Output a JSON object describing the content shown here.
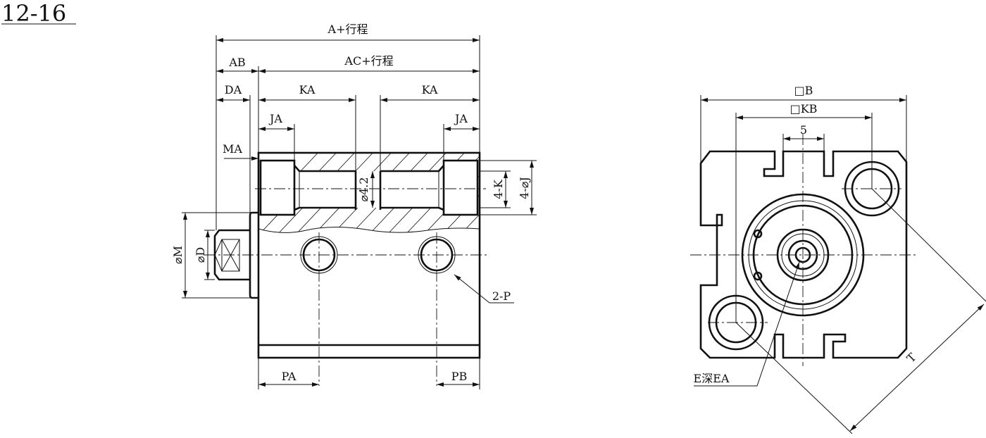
{
  "title": "12-16",
  "front_view": {
    "a_stroke": "A+行程",
    "ab": "AB",
    "ac_stroke": "AC+行程",
    "da": "DA",
    "ka_left": "KA",
    "ka_right": "KA",
    "ja_left": "JA",
    "ja_right": "JA",
    "ma": "MA",
    "dia_4_2": "⌀4.2",
    "k_4": "4-K",
    "j_4": "4-⌀J",
    "dia_m": "⌀M",
    "dia_d": "⌀D",
    "p_2": "2-P",
    "pa": "PA",
    "pb": "PB"
  },
  "side_view": {
    "b": "□B",
    "kb": "□KB",
    "five": "5",
    "e_depth": "E深EA",
    "t": "T"
  }
}
